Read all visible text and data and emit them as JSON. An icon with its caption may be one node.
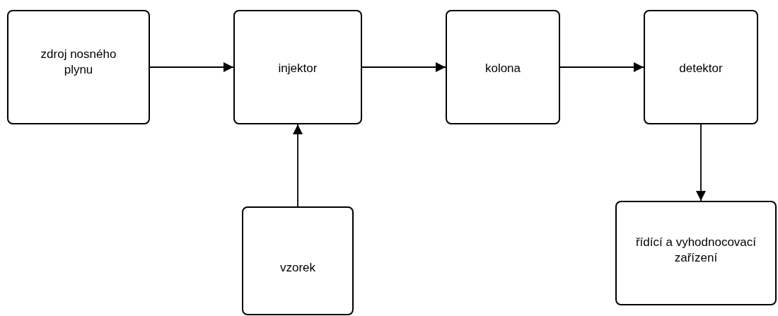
{
  "diagram": {
    "nodes": [
      {
        "text": [
          "zdroj nosného plynu"
        ]
      },
      {
        "text": [
          "injektor"
        ]
      },
      {
        "text": [
          "kolona"
        ]
      },
      {
        "text": [
          "detektor"
        ]
      },
      {
        "text": [
          "vzorek"
        ]
      },
      {
        "text": [
          "řídící a vyhodnocovací zařízení"
        ]
      }
    ],
    "edges": [
      {
        "from": 0,
        "to": 1,
        "arrow": "to"
      },
      {
        "from": 1,
        "to": 2,
        "arrow": "to"
      },
      {
        "from": 2,
        "to": 3,
        "arrow": "to"
      },
      {
        "from": 4,
        "to": 1,
        "arrow": "to"
      },
      {
        "from": 3,
        "to": 5,
        "arrow": "to"
      }
    ]
  }
}
